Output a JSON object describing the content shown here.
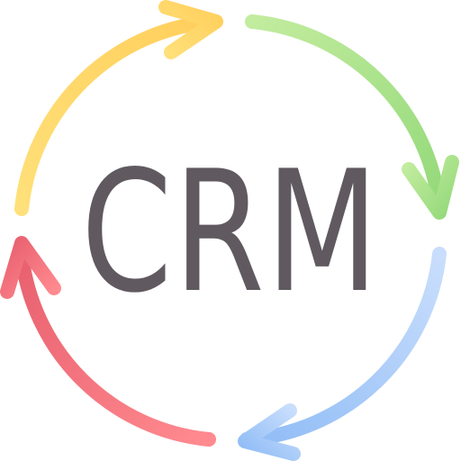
{
  "icon": {
    "text": "CRM",
    "text_color": "#605a60",
    "arrows": [
      {
        "name": "yellow-arrow",
        "color": "#ffd970"
      },
      {
        "name": "green-arrow",
        "color": "#a6e08a"
      },
      {
        "name": "blue-arrow",
        "color": "#a6ccfa"
      },
      {
        "name": "red-arrow",
        "color": "#f26c7b"
      }
    ]
  }
}
